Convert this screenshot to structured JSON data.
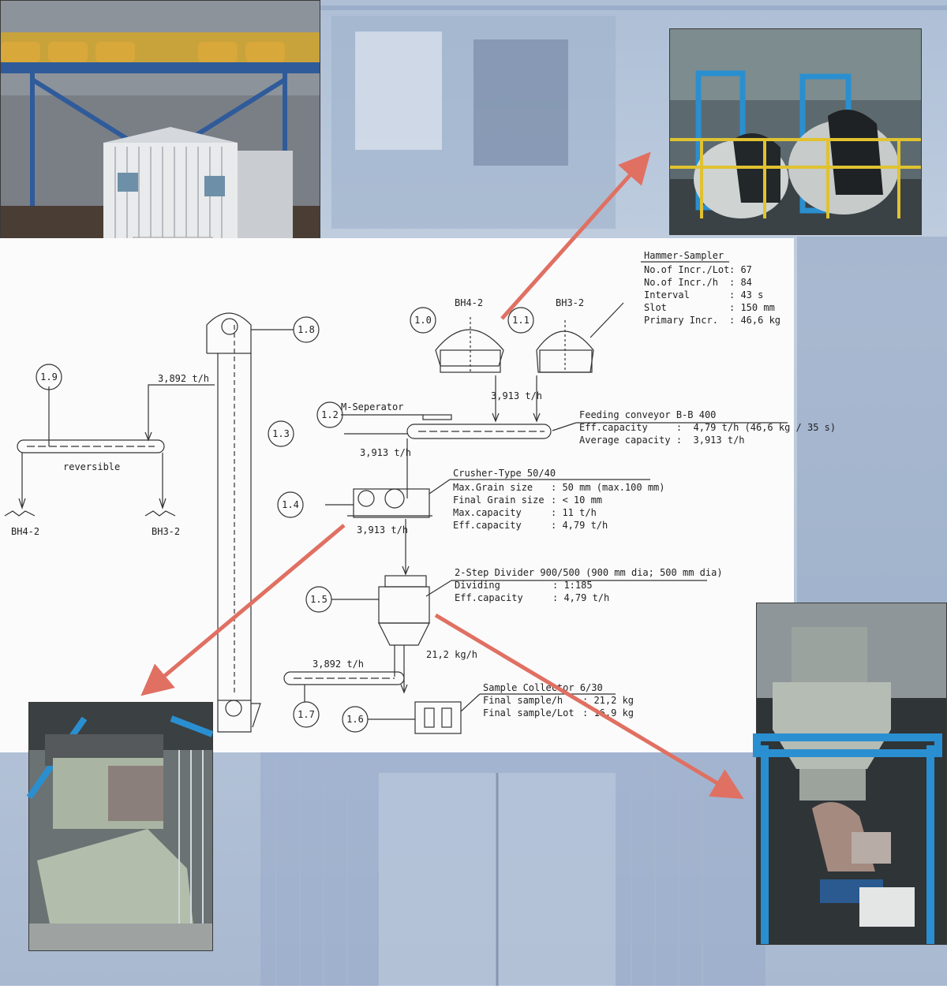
{
  "diagram": {
    "nodes": {
      "n10": "1.0",
      "n11": "1.1",
      "n12": "1.2",
      "n13": "1.3",
      "n14": "1.4",
      "n15": "1.5",
      "n16": "1.6",
      "n17": "1.7",
      "n18": "1.8",
      "n19": "1.9"
    },
    "hammer_sampler": {
      "title": "Hammer-Sampler",
      "rows": [
        {
          "label": "No.of Incr./Lot",
          "value": ":  67"
        },
        {
          "label": "No.of Incr./h",
          "value": ":  84"
        },
        {
          "label": "Interval",
          "value": ":  43 s"
        },
        {
          "label": "Slot",
          "value": ":  150 mm"
        },
        {
          "label": "Primary Incr.",
          "value": ":  46,6 kg"
        }
      ]
    },
    "belts": {
      "left": "BH4-2",
      "right": "BH3-2"
    },
    "flows": {
      "to_feeder": "3,913 t/h",
      "after_feeder": "3,913 t/h",
      "after_crusher": "3,913 t/h",
      "divider_out": "21,2 kg/h",
      "return": "3,892 t/h",
      "top_return": "3,892 t/h"
    },
    "separator": "M-Seperator",
    "feeding_conveyor": {
      "title": "Feeding conveyor  B-B 400",
      "lines": [
        "Eff.capacity     :  4,79 t/h (46,6 kg / 35 s)",
        "Average capacity :  3,913 t/h"
      ]
    },
    "crusher": {
      "title": "Crusher-Type 50/40",
      "rows": [
        {
          "label": "Max.Grain size",
          "value": ":  50 mm (max.100 mm)"
        },
        {
          "label": "Final Grain size",
          "value": ":  < 10 mm"
        },
        {
          "label": "Max.capacity",
          "value": ":  11 t/h"
        },
        {
          "label": "Eff.capacity",
          "value": ":  4,79 t/h"
        }
      ]
    },
    "divider": {
      "title": "2-Step Divider 900/500 (900 mm dia; 500 mm dia)",
      "rows": [
        {
          "label": "Dividing",
          "value": ":  1:185"
        },
        {
          "label": "Eff.capacity",
          "value": ":  4,79 t/h"
        }
      ]
    },
    "collector": {
      "title": "Sample Collector 6/30",
      "rows": [
        {
          "label": "Final sample/h",
          "value": ":  21,2 kg"
        },
        {
          "label": "Final sample/Lot",
          "value": ":  16,9 kg"
        }
      ]
    },
    "reversible": "reversible",
    "outputs": {
      "left": "BH4-2",
      "right": "BH3-2"
    }
  },
  "colors": {
    "arrow": "#e07062",
    "sheet": "#fbfbfb",
    "line": "#333333"
  }
}
